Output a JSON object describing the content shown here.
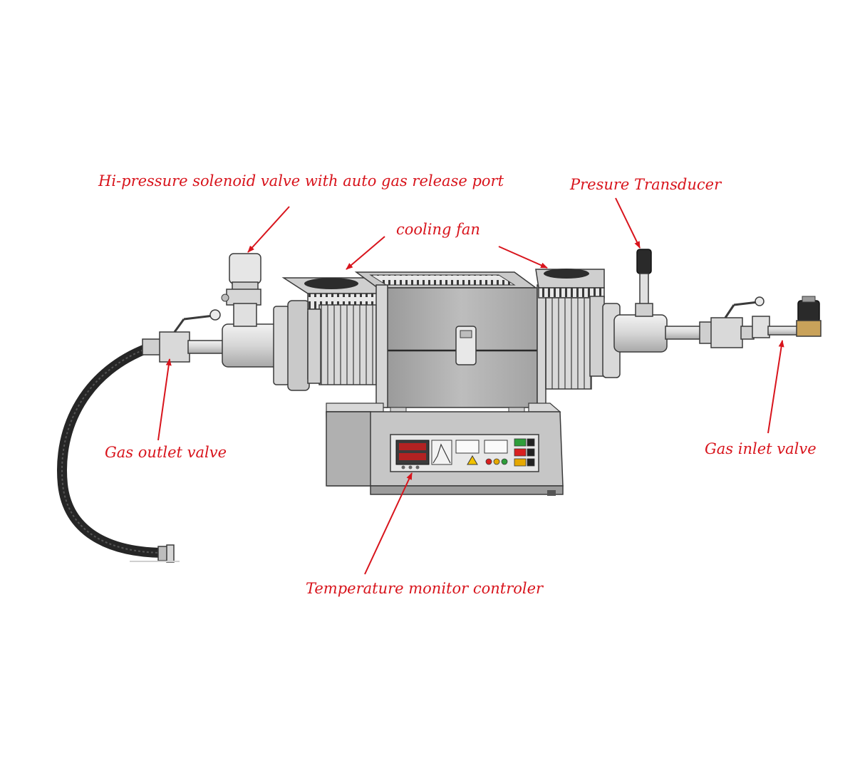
{
  "labels": {
    "solenoid_valve": "Hi-pressure solenoid valve with auto gas release port",
    "pressure_transducer": "Presure Transducer",
    "cooling_fan": "cooling fan",
    "gas_outlet_valve": "Gas outlet valve",
    "gas_inlet_valve": "Gas inlet valve",
    "temperature_controller": "Temperature monitor controler"
  },
  "colors": {
    "annotation": "#d8141c",
    "steel_light": "#e6e6e6",
    "steel_mid": "#bdbdbd",
    "steel_dark": "#8e8e8e",
    "outline": "#3a3a3a",
    "hose": "#262626",
    "brass": "#c9a25a"
  },
  "icons": {
    "arrow": "arrow-icon"
  }
}
